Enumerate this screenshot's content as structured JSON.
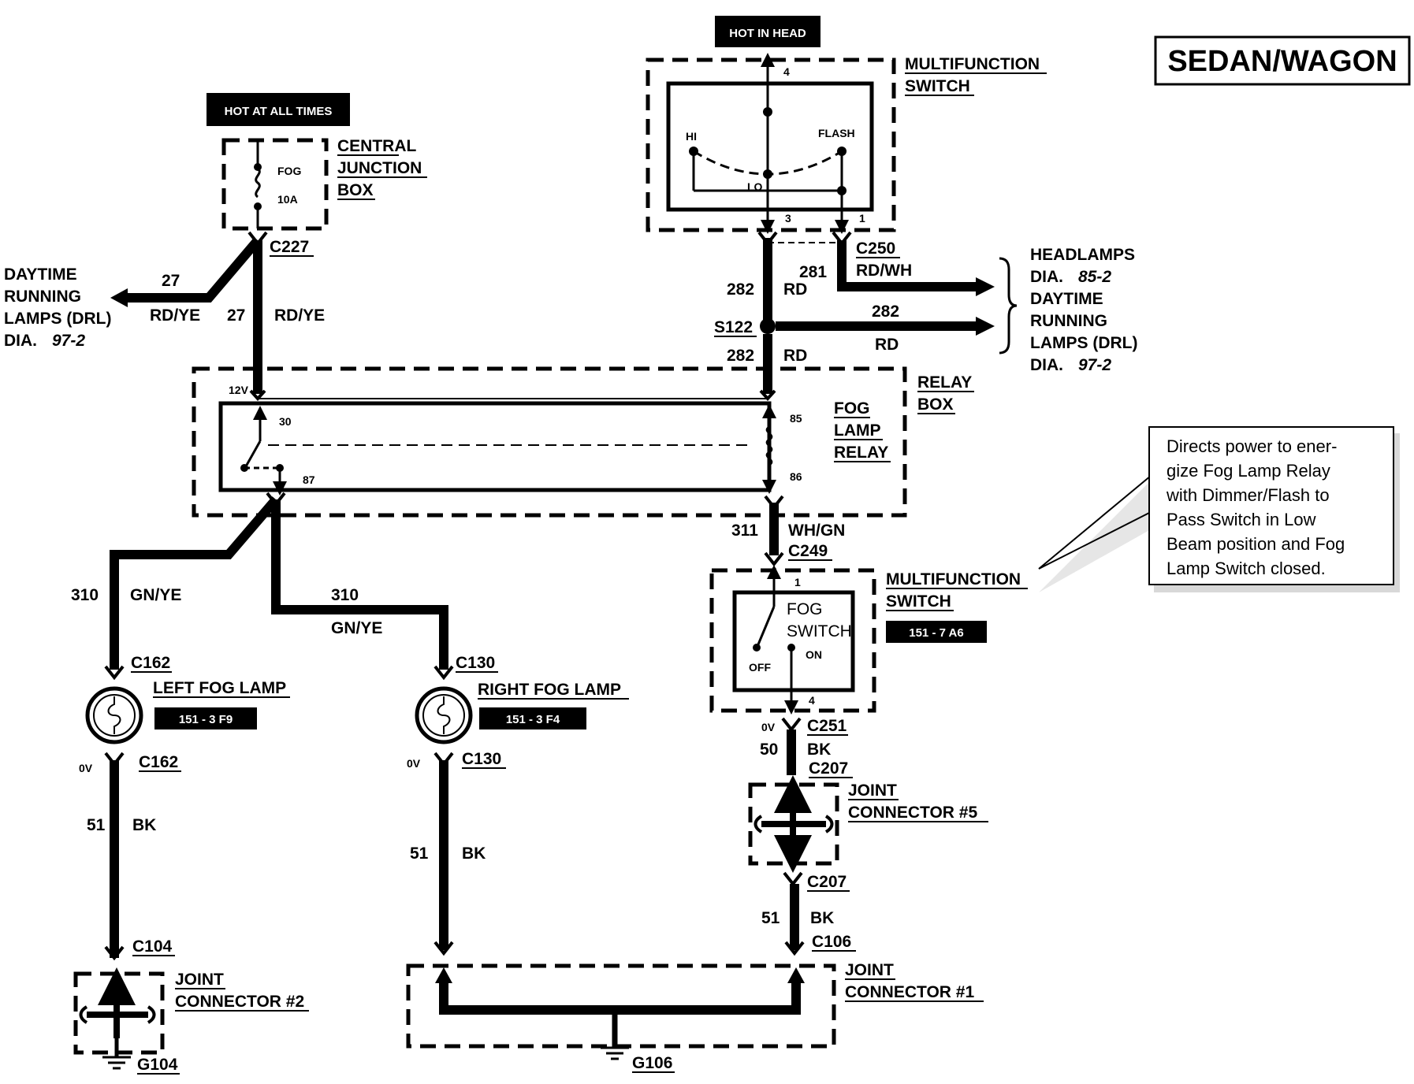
{
  "title": "SEDAN/WAGON",
  "power_labels": {
    "hot_at_all_times": "HOT AT ALL TIMES",
    "hot_in_head": "HOT IN HEAD"
  },
  "central_junction_box": {
    "line1": "CENTRAL",
    "line2": "JUNCTION",
    "line3": "BOX",
    "fuse_name": "FOG",
    "fuse_rating": "10A"
  },
  "mfs_top": {
    "line1": "MULTIFUNCTION",
    "line2": "SWITCH",
    "hi": "HI",
    "flash": "FLASH",
    "lo": "LO",
    "pin4": "4",
    "pin3": "3",
    "pin1": "1"
  },
  "connectors": {
    "c227": "C227",
    "c250": "C250",
    "s122": "S122",
    "c249": "C249",
    "c251": "C251",
    "c207_top": "C207",
    "c207_bottom": "C207",
    "c162_top": "C162",
    "c162_bottom": "C162",
    "c130_top": "C130",
    "c130_bottom": "C130",
    "c104": "C104",
    "c106": "C106",
    "g104": "G104",
    "g106": "G106"
  },
  "wires": {
    "w27_branch": {
      "circuit": "27",
      "color": "RD/YE"
    },
    "w27_main": {
      "circuit": "27",
      "color": "RD/YE"
    },
    "w282_top": {
      "circuit": "282",
      "color": "RD"
    },
    "w281": {
      "circuit": "281",
      "color": "RD/WH"
    },
    "w282_right": {
      "circuit": "282",
      "color": "RD"
    },
    "w282_bottom": {
      "circuit": "282",
      "color": "RD"
    },
    "w311": {
      "circuit": "311",
      "color": "WH/GN"
    },
    "w310_left": {
      "circuit": "310",
      "color": "GN/YE"
    },
    "w310_right": {
      "circuit": "310",
      "color": "GN/YE"
    },
    "w50": {
      "circuit": "50",
      "color": "BK"
    },
    "w51_left": {
      "circuit": "51",
      "color": "BK"
    },
    "w51_mid": {
      "circuit": "51",
      "color": "BK"
    },
    "w51_right": {
      "circuit": "51",
      "color": "BK"
    }
  },
  "drl_left": {
    "line1": "DAYTIME",
    "line2": "RUNNING",
    "line3": "LAMPS (DRL)",
    "dia_prefix": "DIA.",
    "dia_ref": "97-2"
  },
  "headlamps_ref": {
    "line1": "HEADLAMPS",
    "dia1_prefix": "DIA.",
    "dia1_ref": "85-2",
    "line2": "DAYTIME",
    "line3": "RUNNING",
    "line4": "LAMPS (DRL)",
    "dia2_prefix": "DIA.",
    "dia2_ref": "97-2"
  },
  "relay_box": {
    "line1": "RELAY",
    "line2": "BOX"
  },
  "fog_lamp_relay": {
    "line1": "FOG",
    "line2": "LAMP",
    "line3": "RELAY",
    "pin30": "30",
    "pin87": "87",
    "pin85": "85",
    "pin86": "86",
    "v12": "12V"
  },
  "mfs_bottom": {
    "line1": "MULTIFUNCTION",
    "line2": "SWITCH",
    "ref": "151 - 7 A6",
    "fog1": "FOG",
    "fog2": "SWITCH",
    "off": "OFF",
    "on": "ON",
    "pin1": "1",
    "pin4": "4",
    "volt": "0V"
  },
  "callout": {
    "lines": [
      "Directs  power to ener-",
      "gize Fog Lamp Relay",
      "with Dimmer/Flash to",
      "Pass Switch in Low",
      "Beam position and Fog",
      "Lamp Switch closed."
    ]
  },
  "left_fog_lamp": {
    "label": "LEFT FOG LAMP",
    "ref": "151 - 3 F9",
    "volt": "0V"
  },
  "right_fog_lamp": {
    "label": "RIGHT FOG LAMP",
    "ref": "151 - 3 F4",
    "volt": "0V"
  },
  "joint_connector_2": {
    "line1": "JOINT",
    "line2": "CONNECTOR #2"
  },
  "joint_connector_5": {
    "line1": "JOINT",
    "line2": "CONNECTOR #5"
  },
  "joint_connector_1": {
    "line1": "JOINT",
    "line2": "CONNECTOR #1"
  }
}
